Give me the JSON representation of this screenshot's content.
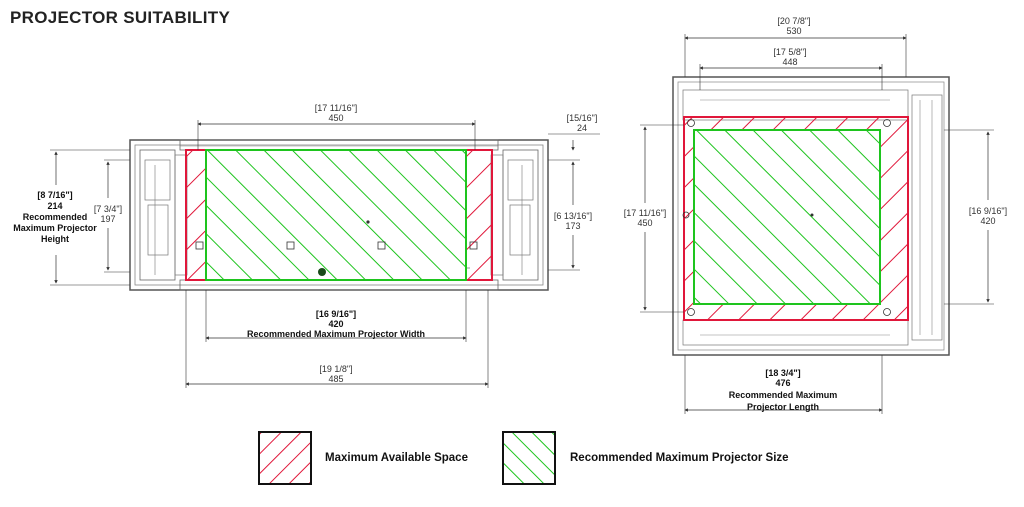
{
  "title": "PROJECTOR SUITABILITY",
  "colors": {
    "red": "#e0173a",
    "green": "#1ec41e",
    "line": "#333333"
  },
  "front": {
    "top_in": "[17 11/16\"]",
    "top_mm": "450",
    "right_top_in": "[15/16\"]",
    "right_top_mm": "24",
    "left_in": "[8 7/16\"]",
    "left_mm": "214",
    "left_l1": "Recommended",
    "left_l2": "Maximum Projector",
    "left_l3": "Height",
    "left2_in": "[7 3/4\"]",
    "left2_mm": "197",
    "right_in": "[6 13/16\"]",
    "right_mm": "173",
    "width_in": "[16 9/16\"]",
    "width_mm": "420",
    "width_label": "Recommended Maximum Projector Width",
    "bottom_in": "[19 1/8\"]",
    "bottom_mm": "485"
  },
  "top_view": {
    "top1_in": "[20 7/8\"]",
    "top1_mm": "530",
    "top2_in": "[17 5/8\"]",
    "top2_mm": "448",
    "left_in": "[17 11/16\"]",
    "left_mm": "450",
    "right_in": "[16 9/16\"]",
    "right_mm": "420",
    "bottom_in": "[18 3/4\"]",
    "bottom_mm": "476",
    "bottom_l1": "Recommended Maximum",
    "bottom_l2": "Projector Length"
  },
  "legend": {
    "red_label": "Maximum Available Space",
    "green_label": "Recommended Maximum Projector Size"
  }
}
